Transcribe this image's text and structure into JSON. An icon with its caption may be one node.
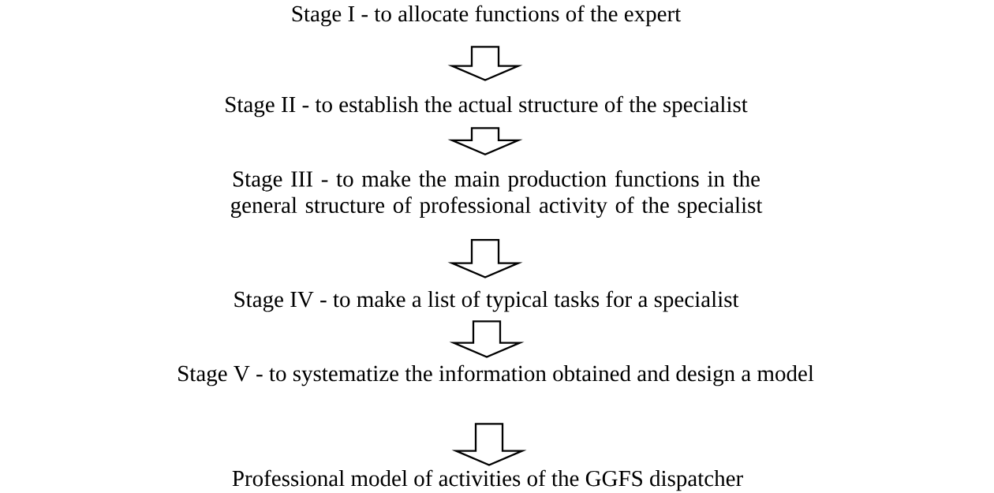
{
  "diagram": {
    "nodes": [
      {
        "text": [
          "Stage I - to allocate functions of the expert"
        ]
      },
      {
        "text": [
          "Stage II - to establish the actual structure of the specialist"
        ]
      },
      {
        "text": [
          "Stage III - to make the main production functions in the general structure of professional activity of the specialist"
        ]
      },
      {
        "text": [
          "Stage IV - to make a list of typical tasks for a specialist"
        ]
      },
      {
        "text": [
          "Stage V - to systematize the information obtained and design a model"
        ]
      },
      {
        "text": [
          "Professional model of activities of the GGFS dispatcher"
        ]
      }
    ],
    "edges": [
      {
        "from": 0,
        "to": 1,
        "arrow": "to"
      },
      {
        "from": 1,
        "to": 2,
        "arrow": "to"
      },
      {
        "from": 2,
        "to": 3,
        "arrow": "to"
      },
      {
        "from": 3,
        "to": 4,
        "arrow": "to"
      },
      {
        "from": 4,
        "to": 5,
        "arrow": "to"
      }
    ]
  }
}
